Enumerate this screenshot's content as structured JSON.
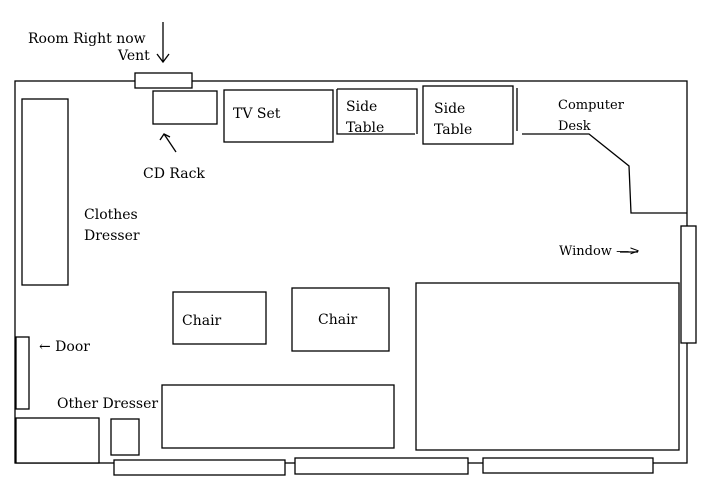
{
  "labels": {
    "title": "Room Right now",
    "vent": "Vent",
    "cd_rack": "CD Rack",
    "tv_set": "TV Set",
    "side_table_1": [
      "Side",
      "Table"
    ],
    "side_table_2": [
      "Side",
      "Table"
    ],
    "computer_desk": [
      "Computer",
      "Desk"
    ],
    "clothes_dresser": [
      "Clothes",
      "Dresser"
    ],
    "window": "Window —>",
    "chair_1": "Chair",
    "chair_2": "Chair",
    "door": "← Door",
    "other_dresser": "Other Dresser"
  },
  "colors": {
    "line": "#000000",
    "background": "#ffffff"
  }
}
